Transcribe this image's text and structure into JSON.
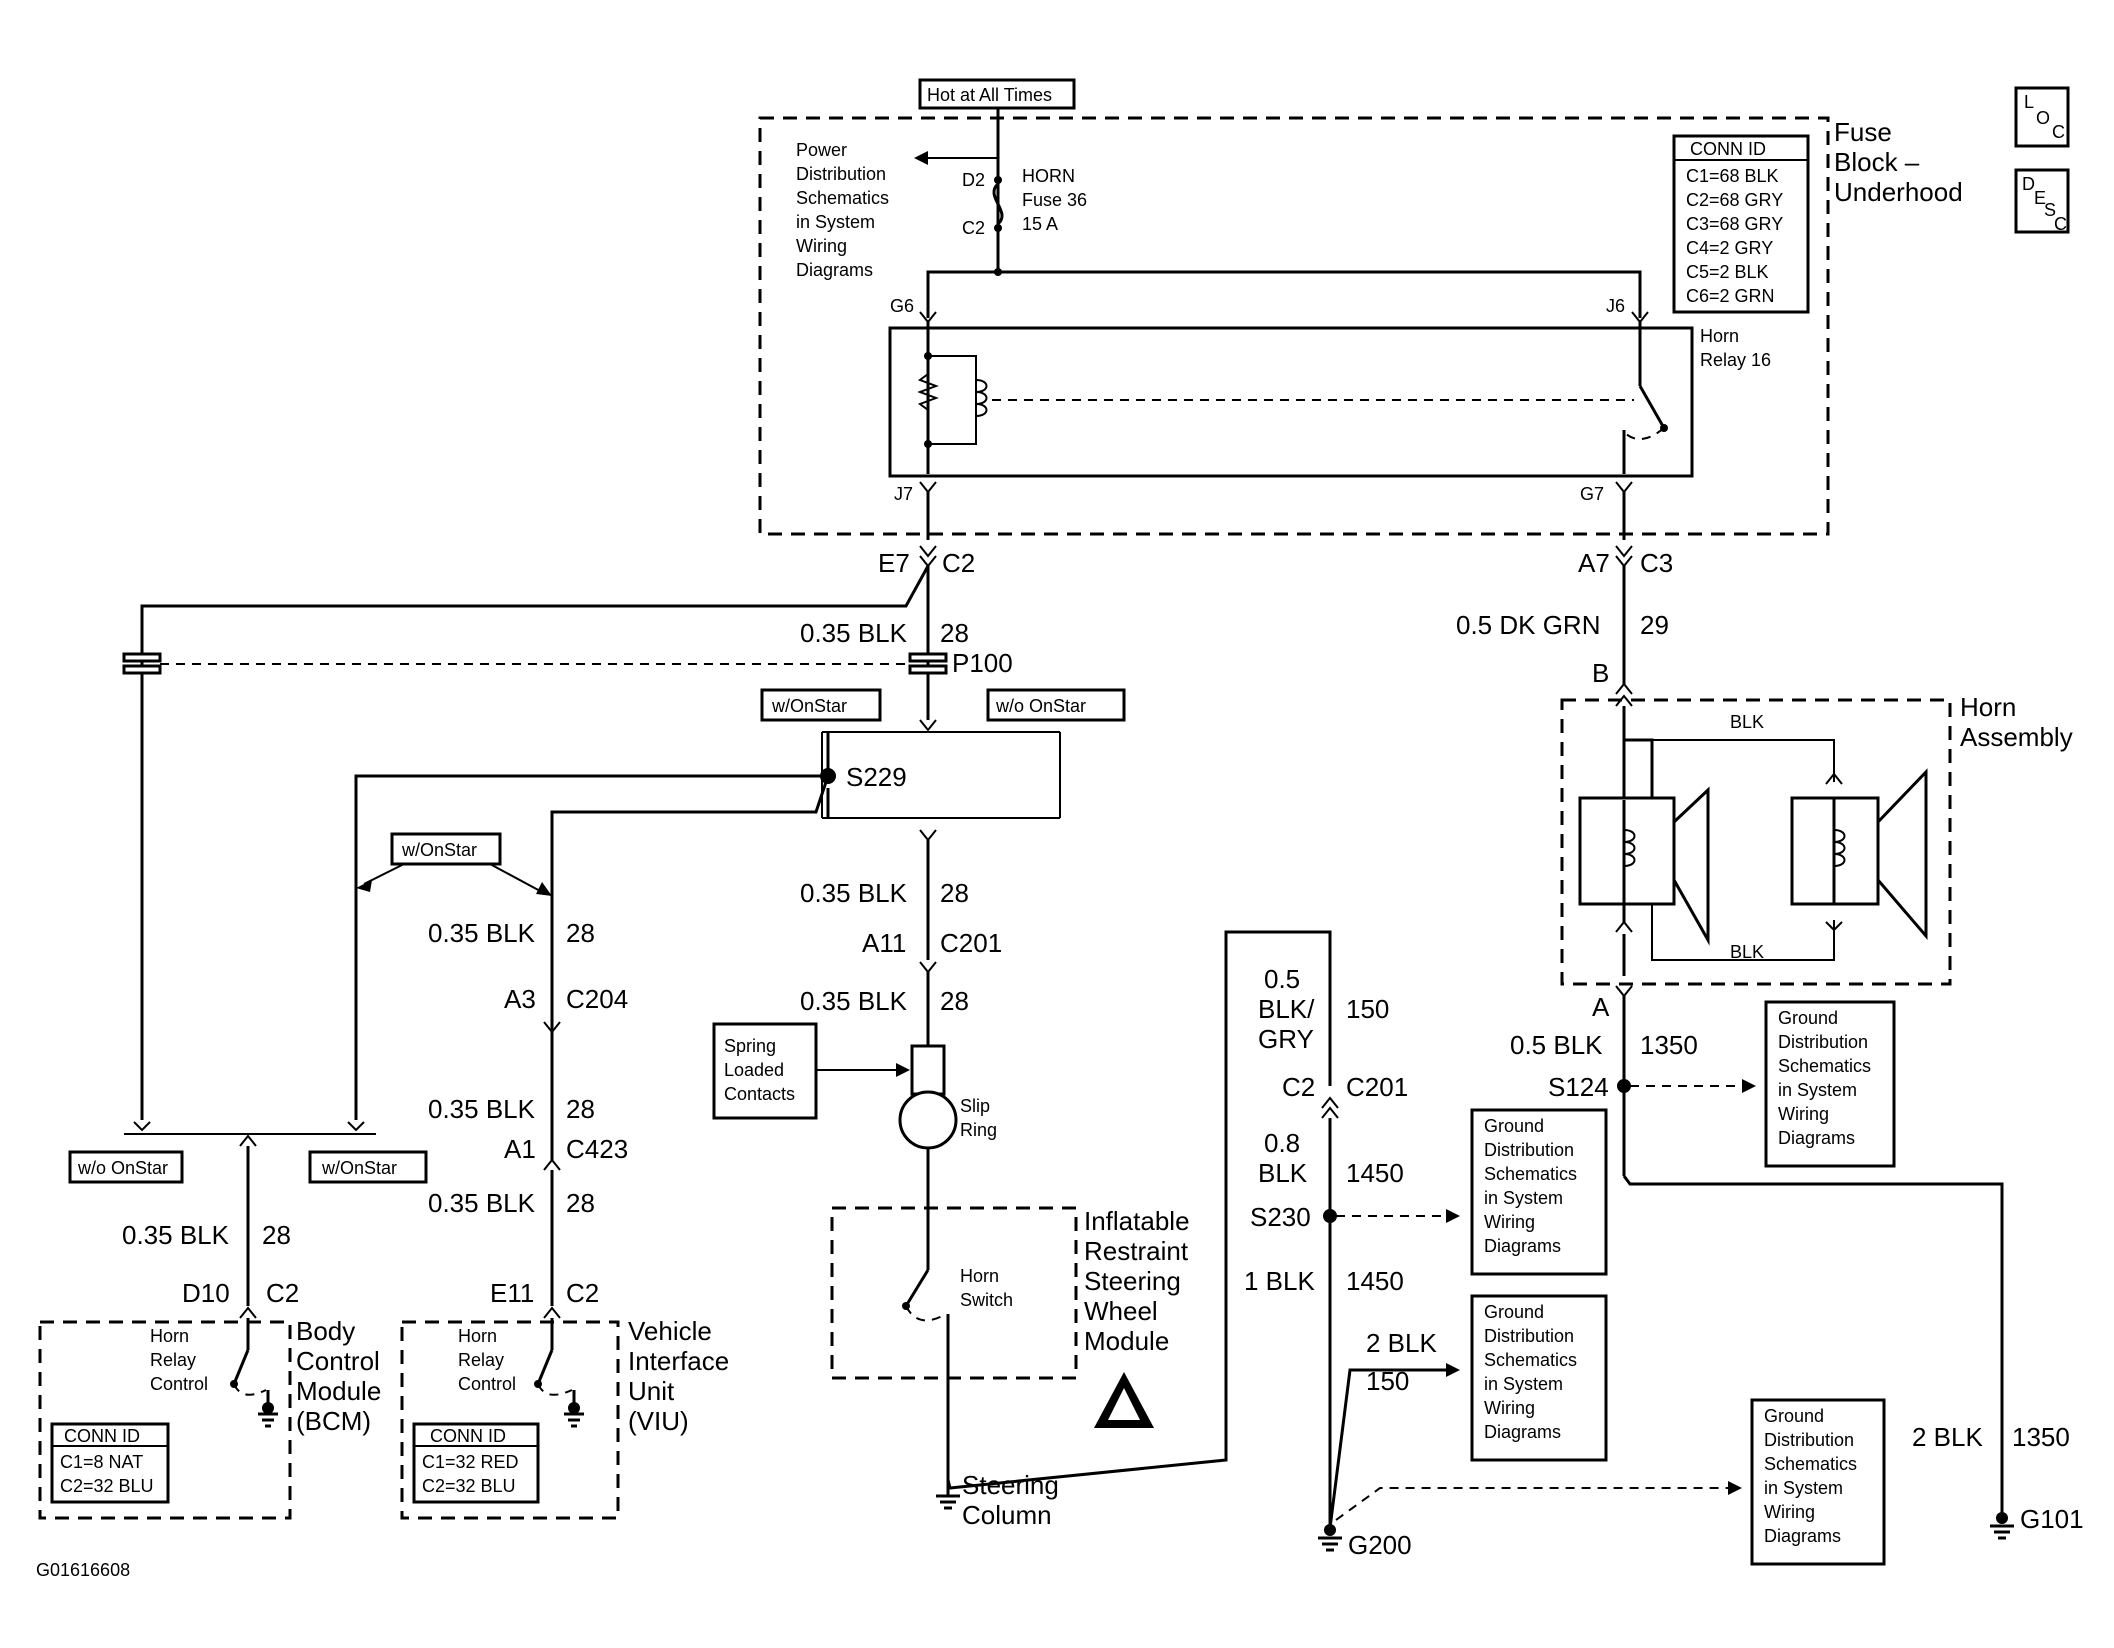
{
  "title": "",
  "figure_id": "G01616608",
  "hot_at_all_times": "Hot at All Times",
  "loc_icon": "L O C",
  "desc_icon": "D E S C",
  "fuse_block": {
    "name_line1": "Fuse",
    "name_line2": "Block –",
    "name_line3": "Underhood",
    "power_note": [
      "Power",
      "Distribution",
      "Schematics",
      "in System",
      "Wiring",
      "Diagrams"
    ],
    "fuse_pins": {
      "top": "D2",
      "bottom": "C2"
    },
    "fuse_label": [
      "HORN",
      "Fuse 36",
      "15 A"
    ],
    "conn_id_title": "CONN ID",
    "conn_ids": [
      "C1=68 BLK",
      "C2=68 GRY",
      "C3=68 GRY",
      "C4=2 GRY",
      "C5=2 BLK",
      "C6=2 GRN"
    ],
    "relay_label": [
      "Horn",
      "Relay 16"
    ],
    "relay_pins": {
      "g6": "G6",
      "j6": "J6",
      "j7": "J7",
      "g7": "G7"
    }
  },
  "connectors": {
    "e7": "E7",
    "c2_top": "C2",
    "a7": "A7",
    "c3": "C3",
    "p100": "P100",
    "s229": "S229",
    "a11": "A11",
    "c201a": "C201",
    "a3": "A3",
    "c204": "C204",
    "a1": "A1",
    "c423": "C423",
    "d10": "D10",
    "c2_bcm": "C2",
    "e11": "E11",
    "c2_viu": "C2",
    "b": "B",
    "a": "A",
    "s124": "S124",
    "c2_mid": "C2",
    "c201b": "C201",
    "s230": "S230",
    "g200": "G200",
    "g101": "G101"
  },
  "wires": {
    "blk_28": "0.35 BLK",
    "circuit_28": "28",
    "dkgrn": "0.5 DK GRN",
    "circuit_29": "29",
    "blk_1350": "0.5 BLK",
    "circuit_1350": "1350",
    "blkgry": [
      "0.5",
      "BLK/",
      "GRY"
    ],
    "circuit_150": "150",
    "blk_08": [
      "0.8",
      "BLK"
    ],
    "circuit_1450": "1450",
    "blk_1": "1 BLK",
    "blk_2": "2 BLK",
    "horn_blk": "BLK"
  },
  "options": {
    "w_onstar": "w/OnStar",
    "wo_onstar": "w/o OnStar"
  },
  "components": {
    "spring_contacts": [
      "Spring",
      "Loaded",
      "Contacts"
    ],
    "slip_ring": [
      "Slip",
      "Ring"
    ],
    "horn_switch": [
      "Horn",
      "Switch"
    ],
    "irsw_module": [
      "Inflatable",
      "Restraint",
      "Steering",
      "Wheel",
      "Module"
    ],
    "steering_column": [
      "Steering",
      "Column"
    ],
    "horn_assembly": [
      "Horn",
      "Assembly"
    ],
    "ground_note": [
      "Ground",
      "Distribution",
      "Schematics",
      "in System",
      "Wiring",
      "Diagrams"
    ],
    "bcm": {
      "name": [
        "Body",
        "Control",
        "Module",
        "(BCM)"
      ],
      "relay_control": [
        "Horn",
        "Relay",
        "Control"
      ],
      "conn_title": "CONN ID",
      "conn_ids": [
        "C1=8 NAT",
        "C2=32 BLU"
      ]
    },
    "viu": {
      "name": [
        "Vehicle",
        "Interface",
        "Unit",
        "(VIU)"
      ],
      "relay_control": [
        "Horn",
        "Relay",
        "Control"
      ],
      "conn_title": "CONN ID",
      "conn_ids": [
        "C1=32 RED",
        "C2=32 BLU"
      ]
    }
  },
  "colors": {
    "ink": "#000000",
    "paper": "#ffffff"
  }
}
